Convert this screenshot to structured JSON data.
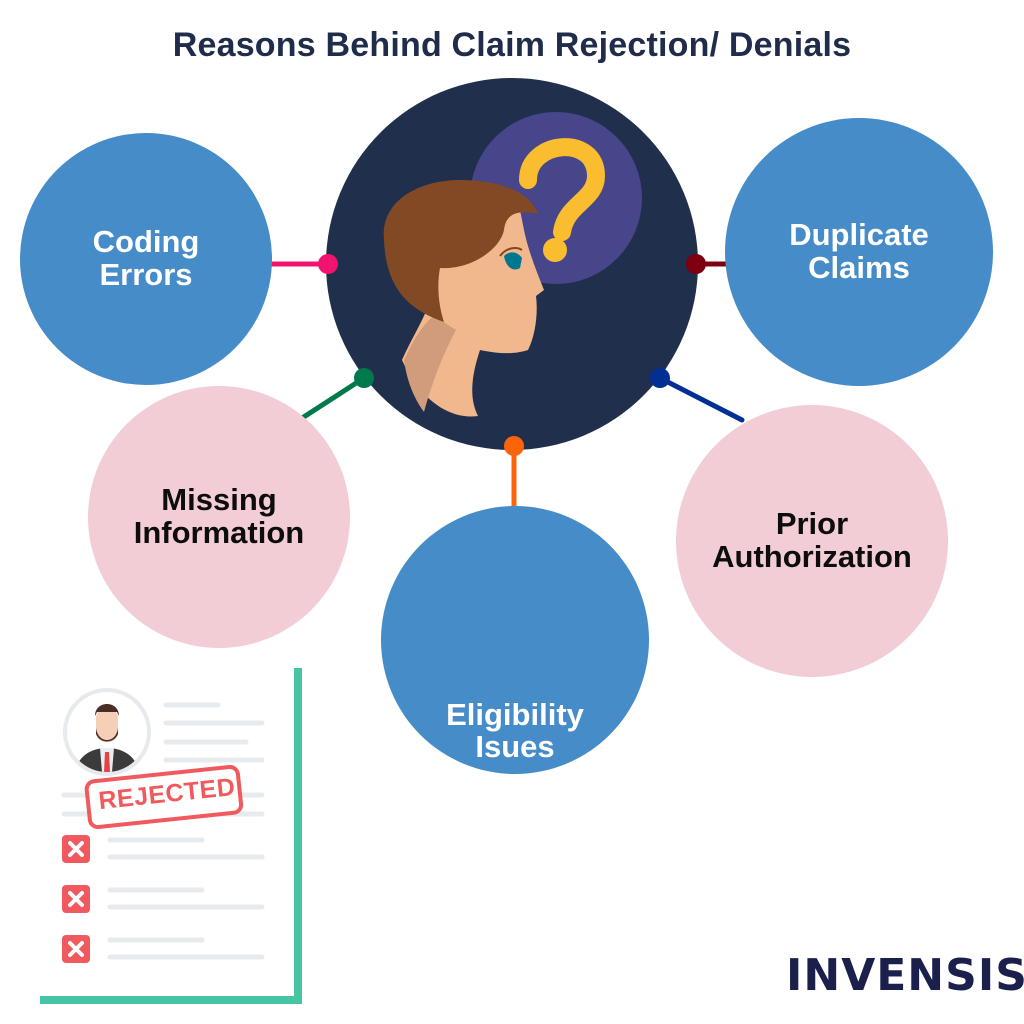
{
  "header": {
    "title": "Reasons Behind Claim Rejection/ Denials"
  },
  "colors": {
    "title": "#1f2d4b",
    "center_circle": "#202f4c",
    "blue_circle": "#468cc9",
    "pink_circle": "#f2cdd5",
    "thought_bubble": "#47468a",
    "question_mark": "#fbbd30"
  },
  "center": {
    "icon": "confused-person-head-icon",
    "badge_icon": "question-mark-icon"
  },
  "reasons": [
    {
      "label_line1": "Coding",
      "label_line2": "Errors",
      "style": "blue",
      "connector_color": "#f0136f"
    },
    {
      "label_line1": "Duplicate",
      "label_line2": "Claims",
      "style": "blue",
      "connector_color": "#7d0011"
    },
    {
      "label_line1": "Missing",
      "label_line2": "Information",
      "style": "pink",
      "connector_color": "#007a4a"
    },
    {
      "label_line1": "Prior",
      "label_line2": "Authorization",
      "style": "pink",
      "connector_color": "#012f93"
    },
    {
      "label_line1": "Eligibility",
      "label_line2": "Isues",
      "style": "blue",
      "connector_color": "#fb640b"
    }
  ],
  "document": {
    "stamp": "REJECTED",
    "stamp_color": "#f05a5e",
    "border_color": "#46c5a3",
    "checklist_icon": "x-mark-icon"
  },
  "brand": {
    "logo_text": "INVENSIS",
    "logo_color": "#1b1f4b",
    "accent": "#e8232a"
  }
}
